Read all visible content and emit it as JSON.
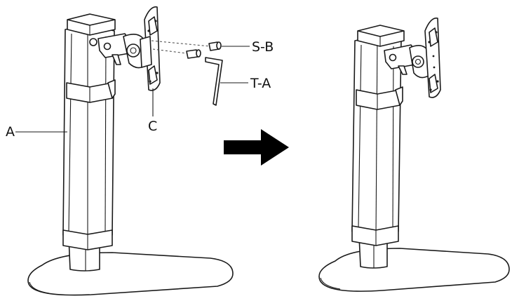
{
  "labels": {
    "stand": "A",
    "bracket": "C",
    "screws": "S-B",
    "tool": "T-A"
  },
  "colors": {
    "stroke": "#1a1a1a",
    "arrow": "#000000",
    "background": "#ffffff"
  },
  "icons": {
    "transition": "arrow-right-icon"
  }
}
